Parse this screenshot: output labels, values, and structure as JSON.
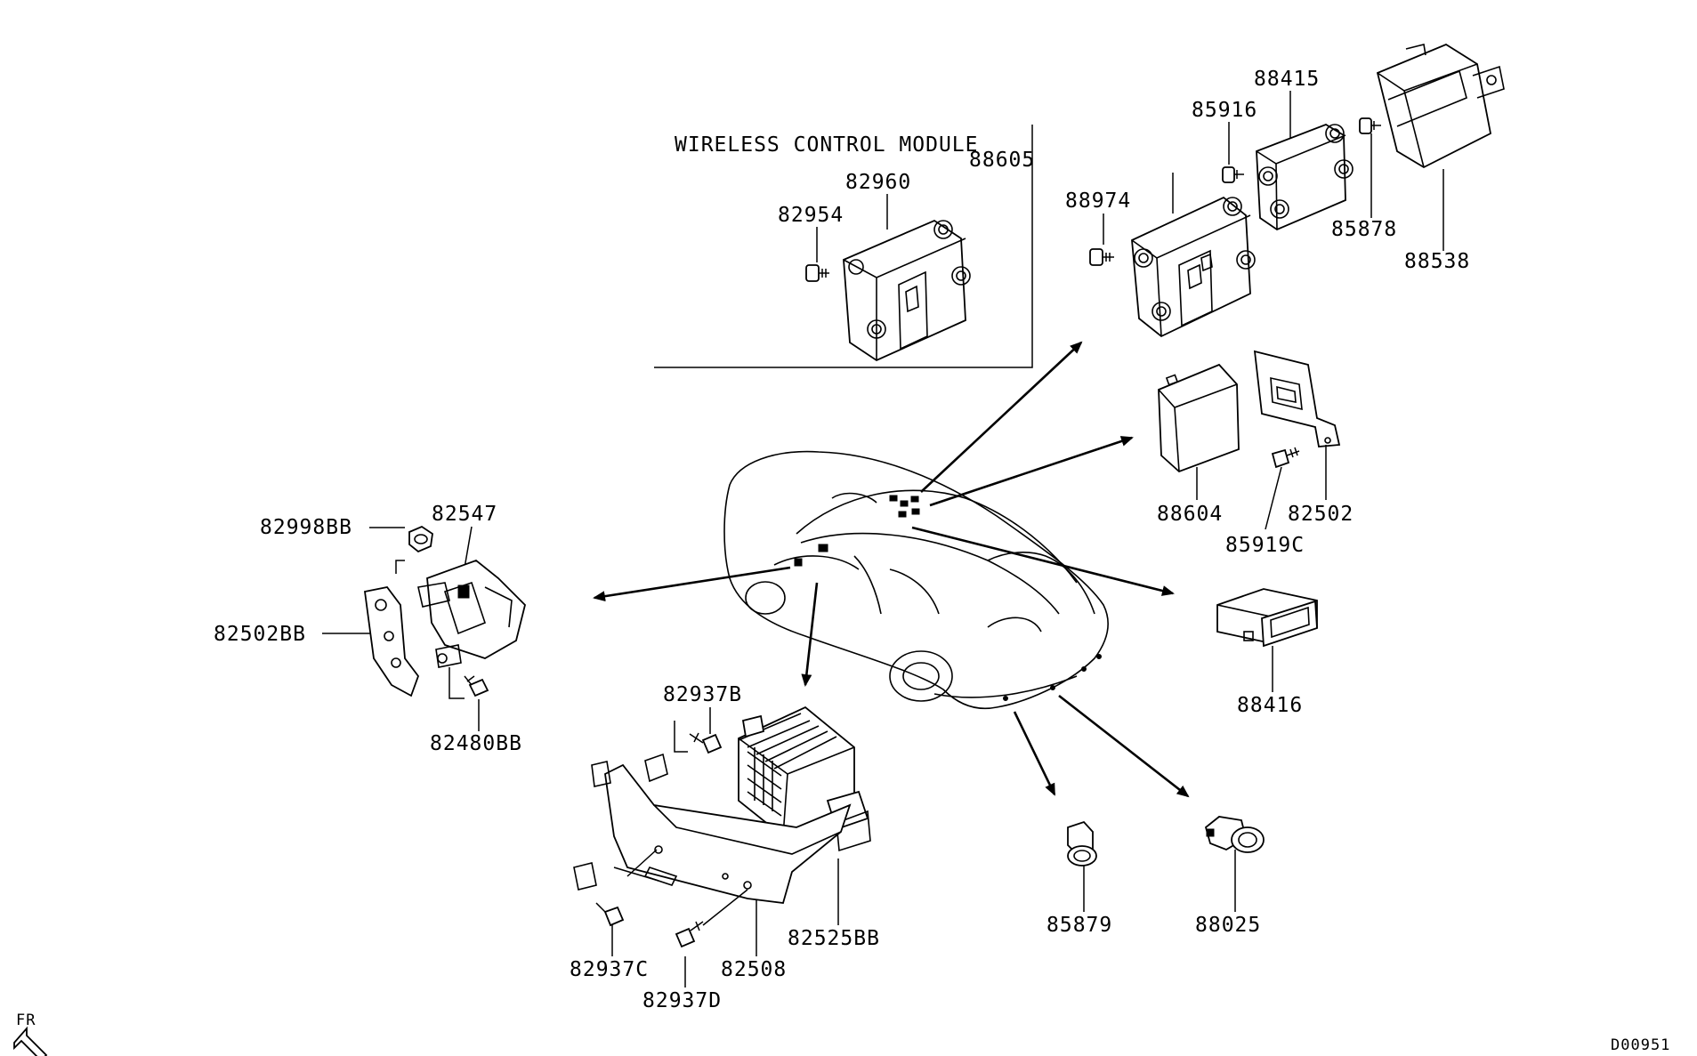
{
  "diagram": {
    "box_title": "WIRELESS CONTROL MODULE",
    "corner_code": "D00951",
    "orientation_label": "FR",
    "parts": {
      "p82960": "82960",
      "p82954": "82954",
      "p88605": "88605",
      "p88974": "88974",
      "p85916": "85916",
      "p88415": "88415",
      "p85878": "85878",
      "p88538": "88538",
      "p88604": "88604",
      "p82502": "82502",
      "p85919C": "85919C",
      "p88416": "88416",
      "p85879": "85879",
      "p88025": "88025",
      "p82998BB": "82998BB",
      "p82547": "82547",
      "p82502BB": "82502BB",
      "p82480BB": "82480BB",
      "p82937B": "82937B",
      "p82937C": "82937C",
      "p82937D": "82937D",
      "p82508": "82508",
      "p82525BB": "82525BB"
    }
  }
}
